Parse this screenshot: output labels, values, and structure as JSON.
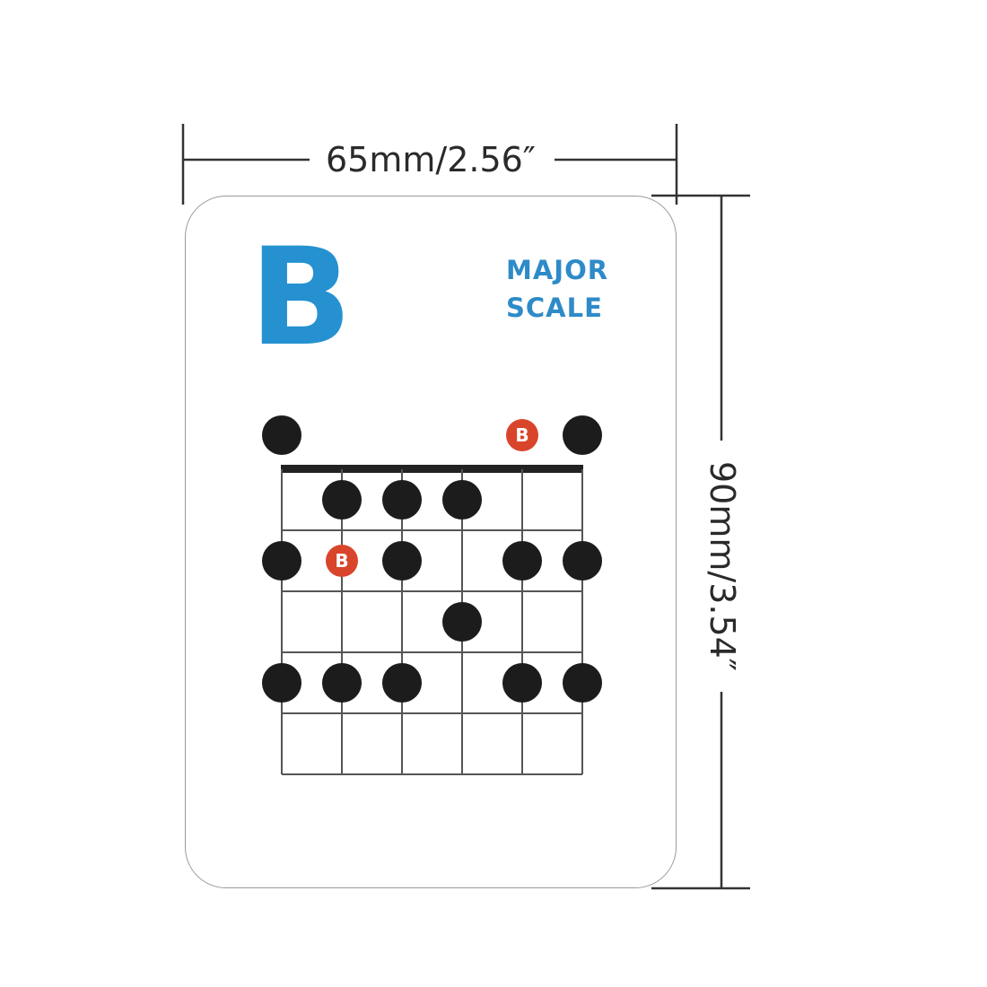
{
  "dimensions": {
    "width_label": "65mm/2.56″",
    "height_label": "90mm/3.54″"
  },
  "card": {
    "key": "B",
    "scale_line1": "MAJOR",
    "scale_line2": "SCALE"
  },
  "colors": {
    "accent_blue": "#2591d0",
    "root_red": "#d9452a",
    "note_black": "#1c1c1c",
    "grid_gray": "#555555"
  },
  "fretboard": {
    "strings": 6,
    "frets": 5,
    "root_label": "B",
    "open_notes": [
      {
        "string": 1,
        "root": false
      },
      {
        "string": 5,
        "root": true
      },
      {
        "string": 6,
        "root": false
      }
    ],
    "notes": [
      {
        "fret": 1,
        "string": 2,
        "root": false
      },
      {
        "fret": 1,
        "string": 3,
        "root": false
      },
      {
        "fret": 1,
        "string": 4,
        "root": false
      },
      {
        "fret": 2,
        "string": 1,
        "root": false
      },
      {
        "fret": 2,
        "string": 2,
        "root": true
      },
      {
        "fret": 2,
        "string": 3,
        "root": false
      },
      {
        "fret": 2,
        "string": 5,
        "root": false
      },
      {
        "fret": 2,
        "string": 6,
        "root": false
      },
      {
        "fret": 3,
        "string": 4,
        "root": false
      },
      {
        "fret": 4,
        "string": 1,
        "root": false
      },
      {
        "fret": 4,
        "string": 2,
        "root": false
      },
      {
        "fret": 4,
        "string": 3,
        "root": false
      },
      {
        "fret": 4,
        "string": 5,
        "root": false
      },
      {
        "fret": 4,
        "string": 6,
        "root": false
      }
    ]
  }
}
